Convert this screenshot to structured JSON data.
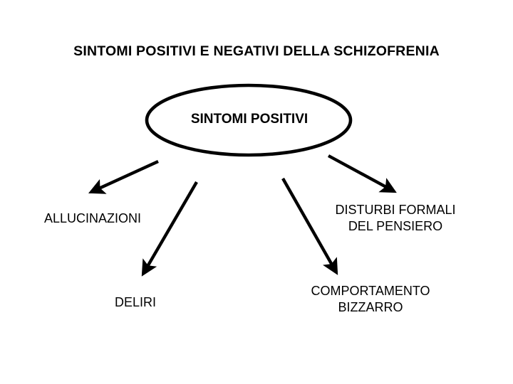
{
  "slide": {
    "title": "SINTOMI POSITIVI E NEGATIVI DELLA SCHIZOFRENIA",
    "background_color": "#FFFFFF",
    "ink_color": "#000000"
  },
  "diagram": {
    "type": "radial-node-arrow-diagram",
    "central_node": {
      "label": "SINTOMI POSITIVI",
      "shape": "ellipse",
      "fill": "#FFFFFF",
      "stroke": "#000000"
    },
    "leaf_nodes": [
      {
        "label": "ALLUCINAZIONI"
      },
      {
        "label": "DELIRI"
      },
      {
        "label": "DISTURBI FORMALI\nDEL PENSIERO"
      },
      {
        "label": "COMPORTAMENTO\nBIZZARRO"
      }
    ],
    "connectors": [
      {
        "from": "SINTOMI POSITIVI",
        "to": "ALLUCINAZIONI",
        "style": "arrow"
      },
      {
        "from": "SINTOMI POSITIVI",
        "to": "DELIRI",
        "style": "arrow"
      },
      {
        "from": "SINTOMI POSITIVI",
        "to": "DISTURBI FORMALI DEL PENSIERO",
        "style": "arrow"
      },
      {
        "from": "SINTOMI POSITIVI",
        "to": "COMPORTAMENTO BIZZARRO",
        "style": "arrow"
      }
    ]
  }
}
